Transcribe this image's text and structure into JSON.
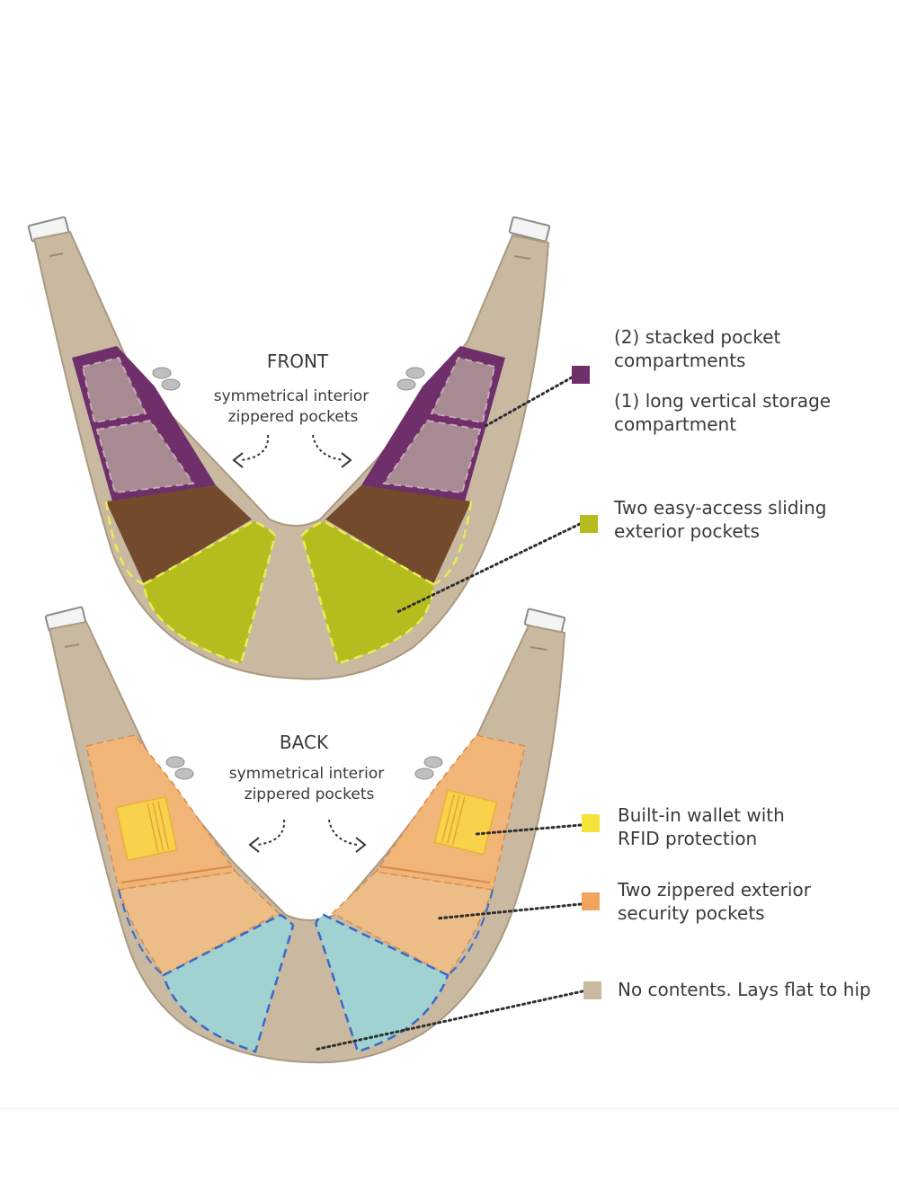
{
  "front": {
    "title": "FRONT",
    "subtitle_line1": "symmetrical interior",
    "subtitle_line2": "zippered pockets"
  },
  "back": {
    "title": "BACK",
    "subtitle_line1": "symmetrical interior",
    "subtitle_line2": "zippered pockets"
  },
  "legend": [
    {
      "key": "stacked",
      "lines": [
        "(2) stacked pocket",
        "compartments"
      ],
      "color": "#6e2f6a"
    },
    {
      "key": "vertical",
      "lines": [
        "(1) long vertical storage",
        "compartment"
      ],
      "color": "#6e2f6a"
    },
    {
      "key": "sliding",
      "lines": [
        "Two easy-access sliding",
        "exterior pockets"
      ],
      "color": "#b5bc1e"
    },
    {
      "key": "wallet",
      "lines": [
        "Built-in wallet with",
        "RFID protection"
      ],
      "color": "#f7e23a"
    },
    {
      "key": "security",
      "lines": [
        "Two zippered exterior",
        "security pockets"
      ],
      "color": "#f2a35e"
    },
    {
      "key": "flat",
      "lines": [
        "No contents. Lays flat to hip"
      ],
      "color": "#c9b9a1"
    }
  ],
  "colors": {
    "strap": "#c9b9a1",
    "strap_edge": "#a99a82",
    "purple_frame": "#6e2f6a",
    "mauve_fill": "#a88a92",
    "brown": "#744a2d",
    "lime": "#b5bc1e",
    "lime_dash": "#e8ee52",
    "orange_light": "#f0b577",
    "orange": "#f2a35e",
    "teal": "#9fd2d0",
    "blue_dash": "#3c68c7",
    "wallet_yellow": "#f7d24a"
  }
}
